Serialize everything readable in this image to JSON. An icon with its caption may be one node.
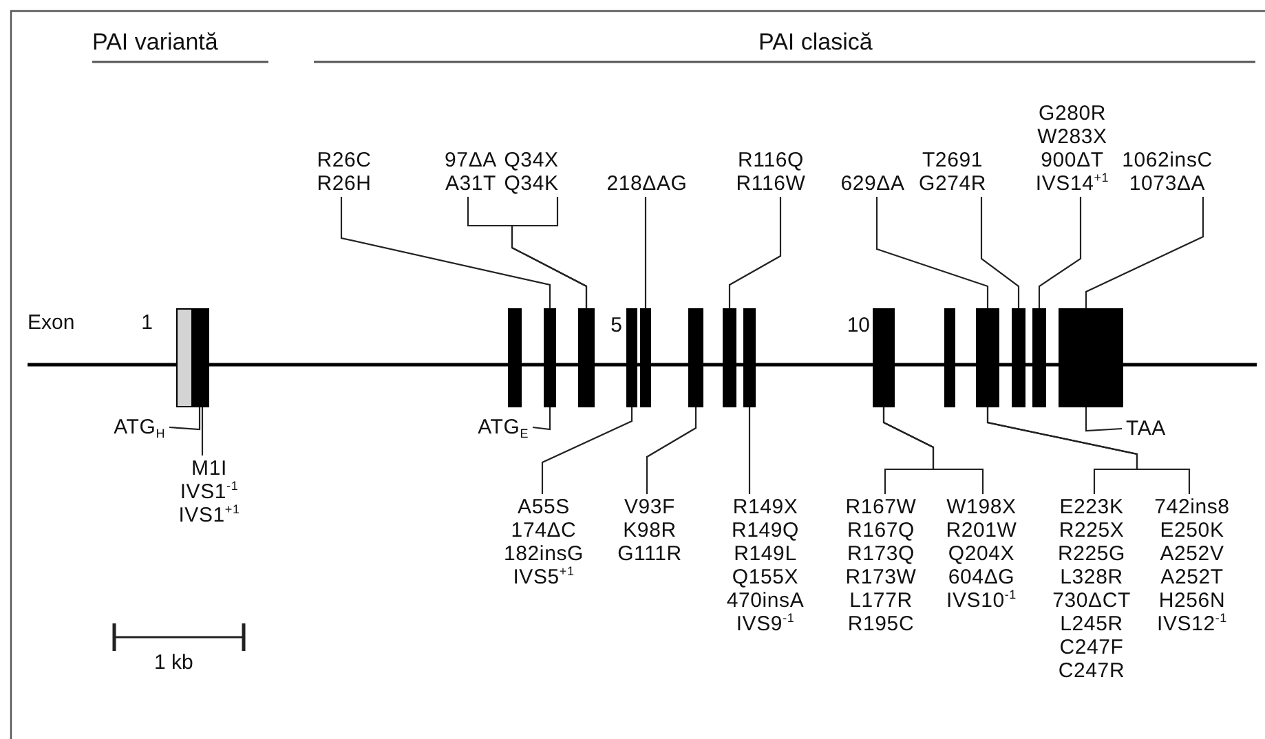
{
  "diagram": {
    "nodes": [
      {
        "text": [
          "R26C",
          "R26H"
        ]
      },
      {
        "text": [
          "97ΔA",
          "A31T"
        ]
      },
      {
        "text": [
          "Q34X",
          "Q34K"
        ]
      },
      {
        "text": [
          "218ΔAG"
        ]
      },
      {
        "text": [
          "R116Q",
          "R116W"
        ]
      },
      {
        "text": [
          "629ΔA"
        ]
      },
      {
        "text": [
          "T2691",
          "G274R"
        ]
      },
      {
        "text": [
          "G280R",
          "W283X",
          "900ΔT",
          "IVS14$^{+1}$"
        ]
      },
      {
        "text": [
          "1062insC",
          "1073ΔA"
        ]
      },
      {
        "text": [],
        "shape": "bar",
        "beside": [
          "1"
        ]
      },
      {
        "text": [],
        "shape": "bar"
      },
      {
        "text": [],
        "shape": "bar"
      },
      {
        "text": [],
        "shape": "bar"
      },
      {
        "text": [],
        "shape": "bar",
        "beside": [
          "5"
        ]
      },
      {
        "text": [],
        "shape": "bar"
      },
      {
        "text": [],
        "shape": "bar"
      },
      {
        "text": [],
        "shape": "bar"
      },
      {
        "text": [],
        "shape": "bar"
      },
      {
        "text": [],
        "shape": "bar",
        "beside": [
          "10"
        ]
      },
      {
        "text": [],
        "shape": "bar"
      },
      {
        "text": [],
        "shape": "bar"
      },
      {
        "text": [],
        "shape": "bar"
      },
      {
        "text": [],
        "shape": "bar"
      },
      {
        "text": [],
        "shape": "bar"
      },
      {
        "text": [
          "ATG$_{H}$"
        ]
      },
      {
        "text": [
          "M1I",
          "IVS1$^{-1}$",
          "IVS1$^{+1}$"
        ]
      },
      {
        "text": [
          "ATG$_{E}$"
        ]
      },
      {
        "text": [
          "A55S",
          "174ΔC",
          "182insG",
          "IVS5$^{+1}$"
        ]
      },
      {
        "text": [
          "V93F",
          "K98R",
          "G111R"
        ]
      },
      {
        "text": [
          "R149X",
          "R149Q",
          "R149L",
          "Q155X",
          "470insA",
          "IVS9$^{-1}$"
        ]
      },
      {
        "text": [
          "R167W",
          "R167Q",
          "R173Q",
          "R173W",
          "L177R",
          "R195C"
        ]
      },
      {
        "text": [
          "W198X",
          "R201W",
          "Q204X",
          "604ΔG",
          "IVS10$^{-1}$"
        ]
      },
      {
        "text": [
          "E223K",
          "R225X",
          "R225G",
          "L328R",
          "730ΔCT",
          "L245R",
          "C247F",
          "C247R"
        ]
      },
      {
        "text": [
          "742ins8",
          "E250K",
          "A252V",
          "A252T",
          "H256N",
          "IVS12$^{-1}$"
        ]
      },
      {
        "text": [
          "TAA"
        ]
      }
    ],
    "edges": [
      {
        "from": 24,
        "to": 9,
        "arrow": "none"
      },
      {
        "from": 25,
        "to": 9,
        "arrow": "none"
      },
      {
        "from": 0,
        "to": 11,
        "arrow": "none"
      },
      {
        "from": 1,
        "to": 12,
        "arrow": "none"
      },
      {
        "from": 2,
        "to": 12,
        "arrow": "none"
      },
      {
        "from": 26,
        "to": 11,
        "arrow": "none"
      },
      {
        "from": 3,
        "to": 14,
        "arrow": "none"
      },
      {
        "from": 27,
        "to": 13,
        "arrow": "none"
      },
      {
        "from": 28,
        "to": 15,
        "arrow": "none"
      },
      {
        "from": 4,
        "to": 16,
        "arrow": "none"
      },
      {
        "from": 29,
        "to": 17,
        "arrow": "none"
      },
      {
        "from": 5,
        "to": 20,
        "arrow": "none"
      },
      {
        "from": 6,
        "to": 21,
        "arrow": "none"
      },
      {
        "from": 7,
        "to": 22,
        "arrow": "none"
      },
      {
        "from": 8,
        "to": 23,
        "arrow": "none"
      },
      {
        "from": 30,
        "to": 18,
        "arrow": "none"
      },
      {
        "from": 31,
        "to": 18,
        "arrow": "none"
      },
      {
        "from": 32,
        "to": 20,
        "arrow": "none"
      },
      {
        "from": 33,
        "to": 20,
        "arrow": "none"
      },
      {
        "from": 34,
        "to": 23,
        "arrow": "none"
      }
    ],
    "labels": [
      "PAI variantă",
      "PAI clasică",
      "Exon",
      "1 kb"
    ]
  }
}
